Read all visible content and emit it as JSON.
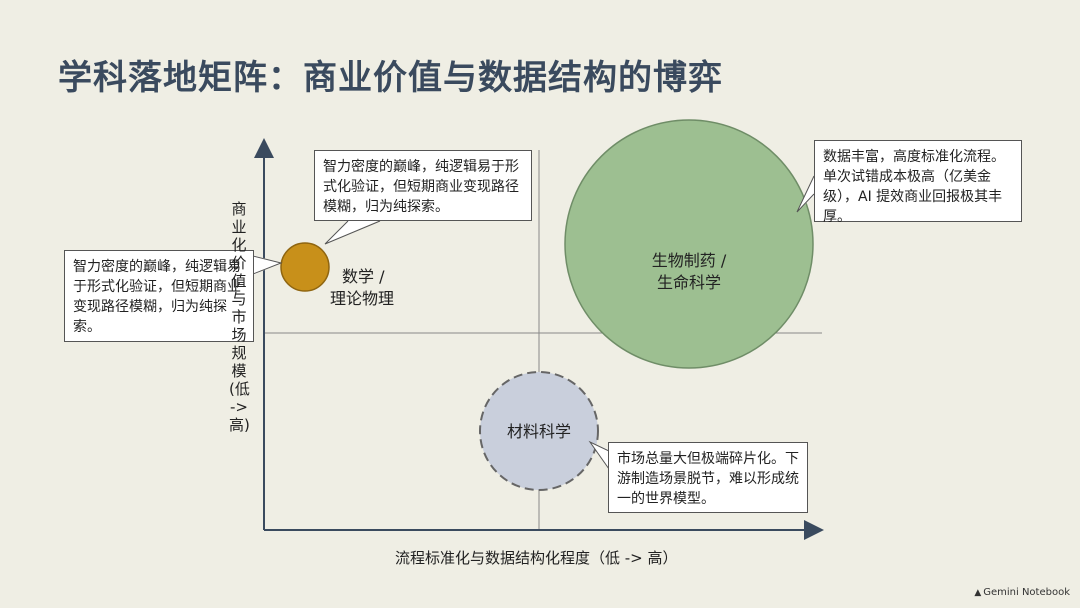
{
  "title": "学科落地矩阵：商业价值与数据结构的博弈",
  "axes": {
    "y_label": "商业化价值与市场规模 (低 -> 高)",
    "x_label": "流程标准化与数据结构化程度（低 -> 高）"
  },
  "bubbles": [
    {
      "id": "math",
      "label_lines": [
        "数学 /",
        "理论物理"
      ],
      "color": "#c8901a"
    },
    {
      "id": "bio",
      "label_lines": [
        "生物制药 /",
        "生命科学"
      ],
      "color": "#9dbf91"
    },
    {
      "id": "materials",
      "label_lines": [
        "材料科学"
      ],
      "color": "#c9cfdc"
    }
  ],
  "callouts": {
    "math_top": "智力密度的巅峰，纯逻辑易于形式化验证，但短期商业变现路径模糊，归为纯探索。",
    "math_left": "智力密度的巅峰，纯逻辑易于形式化验证，但短期商业变现路径模糊，归为纯探索。",
    "bio": "数据丰富，高度标准化流程。单次试错成本极高（亿美金级），AI 提效商业回报极其丰厚。",
    "materials": "市场总量大但极端碎片化。下游制造场景脱节，难以形成统一的世界模型。"
  },
  "branding": "Gemini Notebook"
}
